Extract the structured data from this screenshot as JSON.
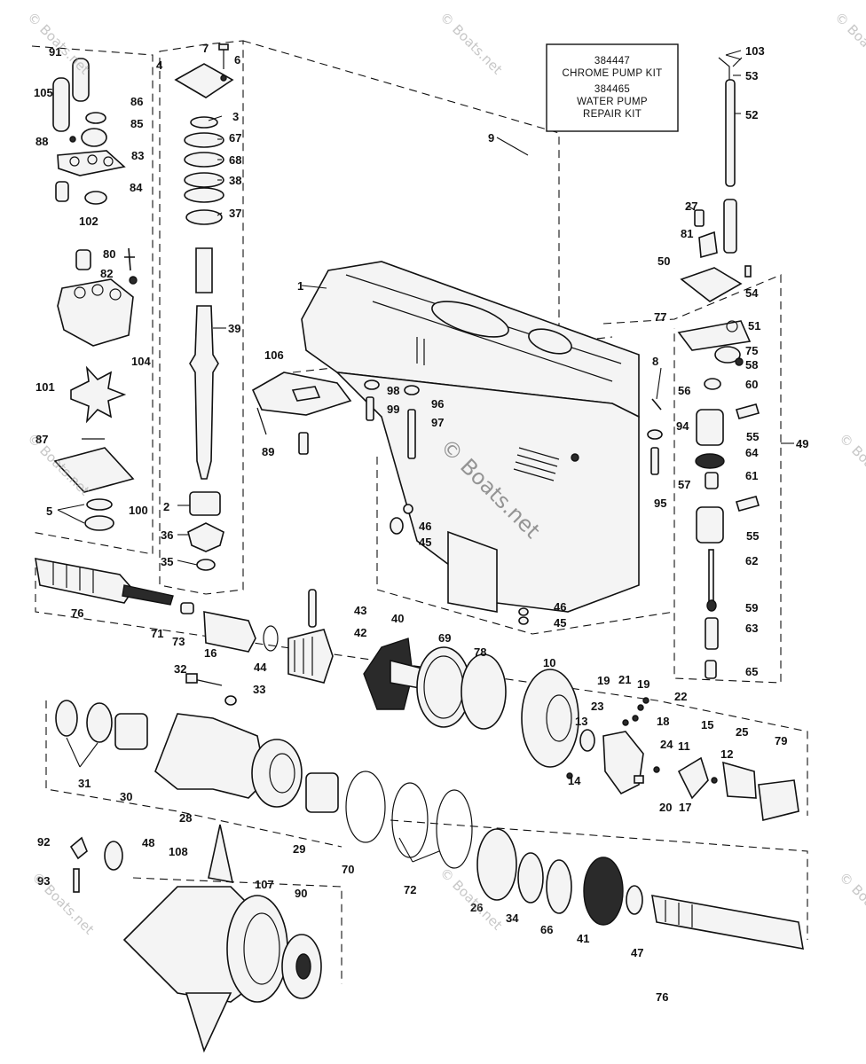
{
  "kit_box": {
    "line1": "384447",
    "line2": "CHROME PUMP KIT",
    "line3": "384465",
    "line4": "WATER PUMP",
    "line5": "REPAIR KIT"
  },
  "watermark": "© Boats.net",
  "labels": [
    {
      "id": "l1",
      "text": "1"
    },
    {
      "id": "l2",
      "text": "2"
    },
    {
      "id": "l3",
      "text": "3"
    },
    {
      "id": "l4",
      "text": "4"
    },
    {
      "id": "l5",
      "text": "5"
    },
    {
      "id": "l6",
      "text": "6"
    },
    {
      "id": "l7",
      "text": "7"
    },
    {
      "id": "l8",
      "text": "8"
    },
    {
      "id": "l9",
      "text": "9"
    },
    {
      "id": "l10",
      "text": "10"
    },
    {
      "id": "l11",
      "text": "11"
    },
    {
      "id": "l12",
      "text": "12"
    },
    {
      "id": "l13",
      "text": "13"
    },
    {
      "id": "l14",
      "text": "14"
    },
    {
      "id": "l15",
      "text": "15"
    },
    {
      "id": "l16",
      "text": "16"
    },
    {
      "id": "l17",
      "text": "17"
    },
    {
      "id": "l18",
      "text": "18"
    },
    {
      "id": "l19a",
      "text": "19"
    },
    {
      "id": "l19b",
      "text": "19"
    },
    {
      "id": "l20",
      "text": "20"
    },
    {
      "id": "l21",
      "text": "21"
    },
    {
      "id": "l22",
      "text": "22"
    },
    {
      "id": "l23",
      "text": "23"
    },
    {
      "id": "l24",
      "text": "24"
    },
    {
      "id": "l25",
      "text": "25"
    },
    {
      "id": "l26",
      "text": "26"
    },
    {
      "id": "l27",
      "text": "27"
    },
    {
      "id": "l28",
      "text": "28"
    },
    {
      "id": "l29",
      "text": "29"
    },
    {
      "id": "l30",
      "text": "30"
    },
    {
      "id": "l31",
      "text": "31"
    },
    {
      "id": "l32",
      "text": "32"
    },
    {
      "id": "l33",
      "text": "33"
    },
    {
      "id": "l34",
      "text": "34"
    },
    {
      "id": "l35",
      "text": "35"
    },
    {
      "id": "l36",
      "text": "36"
    },
    {
      "id": "l37",
      "text": "37"
    },
    {
      "id": "l38",
      "text": "38"
    },
    {
      "id": "l39",
      "text": "39"
    },
    {
      "id": "l40",
      "text": "40"
    },
    {
      "id": "l41",
      "text": "41"
    },
    {
      "id": "l42",
      "text": "42"
    },
    {
      "id": "l43",
      "text": "43"
    },
    {
      "id": "l44",
      "text": "44"
    },
    {
      "id": "l45a",
      "text": "45"
    },
    {
      "id": "l45b",
      "text": "45"
    },
    {
      "id": "l46a",
      "text": "46"
    },
    {
      "id": "l46b",
      "text": "46"
    },
    {
      "id": "l47",
      "text": "47"
    },
    {
      "id": "l48",
      "text": "48"
    },
    {
      "id": "l49",
      "text": "49"
    },
    {
      "id": "l50",
      "text": "50"
    },
    {
      "id": "l51",
      "text": "51"
    },
    {
      "id": "l52",
      "text": "52"
    },
    {
      "id": "l53",
      "text": "53"
    },
    {
      "id": "l54",
      "text": "54"
    },
    {
      "id": "l55a",
      "text": "55"
    },
    {
      "id": "l55b",
      "text": "55"
    },
    {
      "id": "l56",
      "text": "56"
    },
    {
      "id": "l57",
      "text": "57"
    },
    {
      "id": "l58",
      "text": "58"
    },
    {
      "id": "l59",
      "text": "59"
    },
    {
      "id": "l60",
      "text": "60"
    },
    {
      "id": "l61",
      "text": "61"
    },
    {
      "id": "l62",
      "text": "62"
    },
    {
      "id": "l63",
      "text": "63"
    },
    {
      "id": "l64",
      "text": "64"
    },
    {
      "id": "l65",
      "text": "65"
    },
    {
      "id": "l66",
      "text": "66"
    },
    {
      "id": "l67",
      "text": "67"
    },
    {
      "id": "l68",
      "text": "68"
    },
    {
      "id": "l69",
      "text": "69"
    },
    {
      "id": "l70",
      "text": "70"
    },
    {
      "id": "l71",
      "text": "71"
    },
    {
      "id": "l72",
      "text": "72"
    },
    {
      "id": "l73",
      "text": "73"
    },
    {
      "id": "l75",
      "text": "75"
    },
    {
      "id": "l76a",
      "text": "76"
    },
    {
      "id": "l76b",
      "text": "76"
    },
    {
      "id": "l77",
      "text": "77"
    },
    {
      "id": "l78",
      "text": "78"
    },
    {
      "id": "l79",
      "text": "79"
    },
    {
      "id": "l80",
      "text": "80"
    },
    {
      "id": "l81",
      "text": "81"
    },
    {
      "id": "l82",
      "text": "82"
    },
    {
      "id": "l83",
      "text": "83"
    },
    {
      "id": "l84",
      "text": "84"
    },
    {
      "id": "l85",
      "text": "85"
    },
    {
      "id": "l86",
      "text": "86"
    },
    {
      "id": "l87",
      "text": "87"
    },
    {
      "id": "l88",
      "text": "88"
    },
    {
      "id": "l89",
      "text": "89"
    },
    {
      "id": "l90",
      "text": "90"
    },
    {
      "id": "l91",
      "text": "91"
    },
    {
      "id": "l92",
      "text": "92"
    },
    {
      "id": "l93",
      "text": "93"
    },
    {
      "id": "l94",
      "text": "94"
    },
    {
      "id": "l95",
      "text": "95"
    },
    {
      "id": "l96",
      "text": "96"
    },
    {
      "id": "l97",
      "text": "97"
    },
    {
      "id": "l98",
      "text": "98"
    },
    {
      "id": "l99",
      "text": "99"
    },
    {
      "id": "l100",
      "text": "100"
    },
    {
      "id": "l101",
      "text": "101"
    },
    {
      "id": "l102",
      "text": "102"
    },
    {
      "id": "l103",
      "text": "103"
    },
    {
      "id": "l104",
      "text": "104"
    },
    {
      "id": "l105",
      "text": "105"
    },
    {
      "id": "l106",
      "text": "106"
    },
    {
      "id": "l107",
      "text": "107"
    },
    {
      "id": "l108",
      "text": "108"
    }
  ]
}
